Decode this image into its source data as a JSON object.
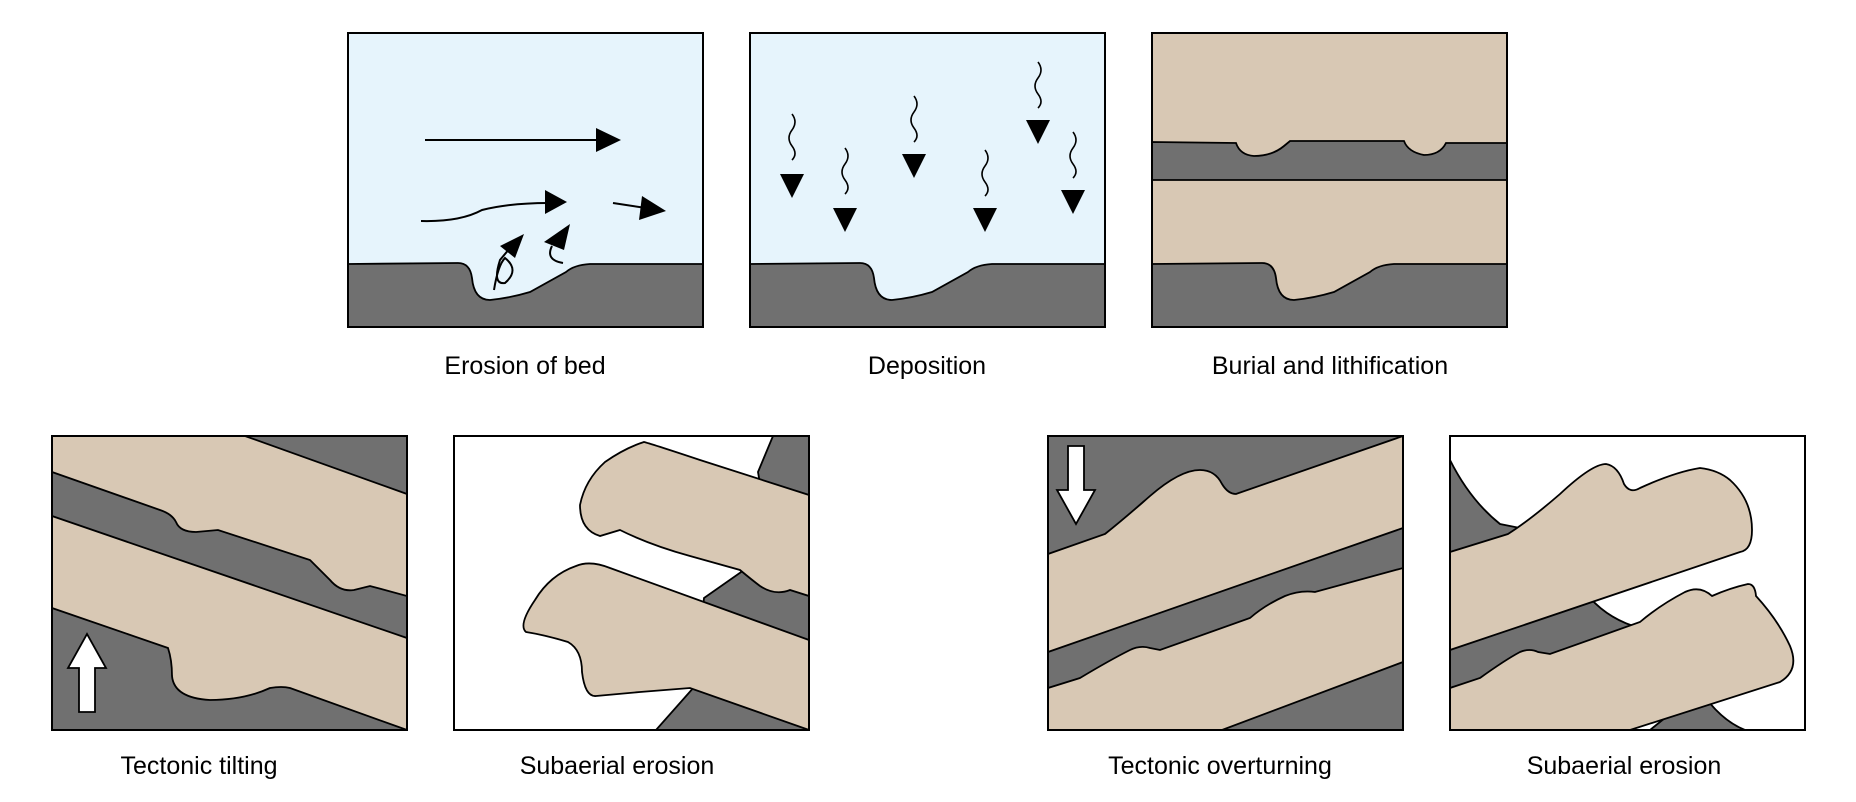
{
  "colors": {
    "water": "#e6f4fc",
    "rock": "#707070",
    "sediment": "#d8c8b4",
    "air": "#ffffff",
    "outline": "#000000"
  },
  "panels": [
    {
      "id": "erosion-of-bed",
      "caption": "Erosion of bed"
    },
    {
      "id": "deposition",
      "caption": "Deposition"
    },
    {
      "id": "burial-and-lithification",
      "caption": "Burial and lithification"
    },
    {
      "id": "tectonic-tilting",
      "caption": "Tectonic tilting"
    },
    {
      "id": "subaerial-erosion-1",
      "caption": "Subaerial erosion"
    },
    {
      "id": "tectonic-overturning",
      "caption": "Tectonic overturning"
    },
    {
      "id": "subaerial-erosion-2",
      "caption": "Subaerial erosion"
    }
  ]
}
